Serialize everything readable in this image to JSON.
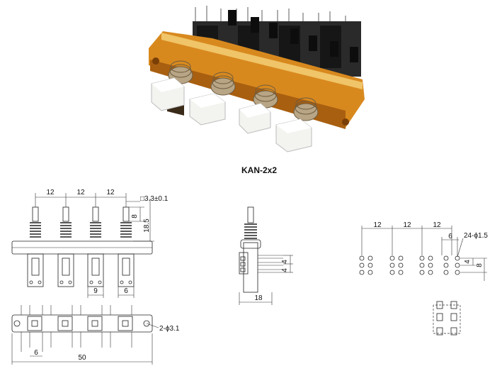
{
  "product": {
    "title": "KAN-2x2"
  },
  "front_view": {
    "pitches": [
      "12",
      "12",
      "12"
    ],
    "square_label": "□3.3±0.1",
    "height_small": "8",
    "height_total": "18.5",
    "spacing_a": "9",
    "spacing_b": "6"
  },
  "side_view": {
    "width": "18",
    "pin_a": "4",
    "pin_b": "4"
  },
  "pcb_layout": {
    "pitches": [
      "12",
      "12",
      "12"
    ],
    "sub_pitch": "6",
    "hole_label": "24-ϕ1.5",
    "row_a": "4",
    "row_b": "8"
  },
  "bottom_view": {
    "pin_pitch": "6",
    "length": "50",
    "mount_label": "2-ϕ3.1"
  },
  "colors": {
    "frame": "#d8891e",
    "frame_dark": "#a85f10",
    "button": "#f3f3f0",
    "spring": "#b8a586",
    "line": "#222222"
  }
}
